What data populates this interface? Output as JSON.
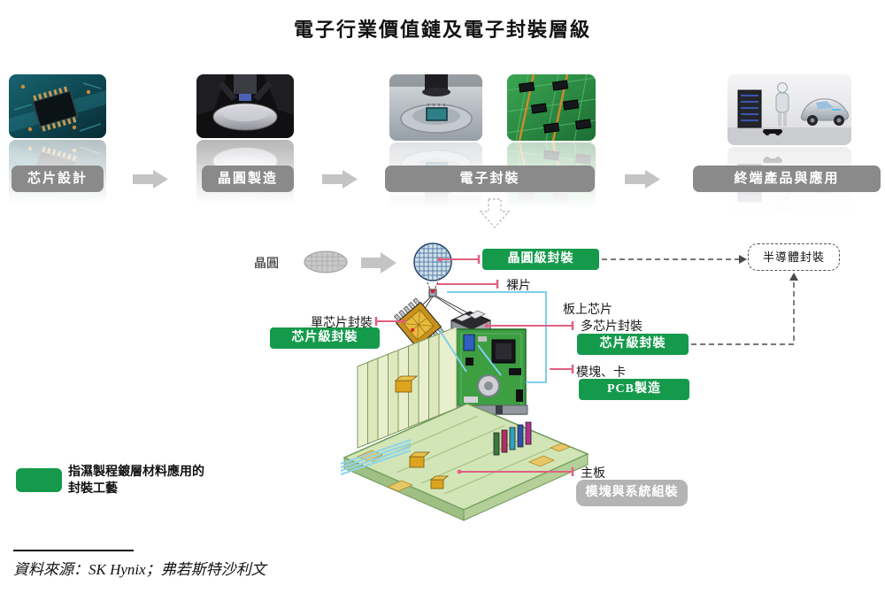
{
  "title": "電子行業價值鏈及電子封裝層級",
  "value_chain": {
    "stages": [
      {
        "label": "芯片設計"
      },
      {
        "label": "晶圓製造"
      },
      {
        "label": "電子封裝"
      },
      {
        "label": "終端產品與應用"
      }
    ]
  },
  "hierarchy": {
    "wafer": "晶圓",
    "bare_die": "裸片",
    "single_chip": "單芯片封裝",
    "chip_on_board": "板上芯片",
    "multi_chip": "多芯片封裝",
    "module_card": "模塊、卡",
    "motherboard": "主板",
    "wafer_level_box": "晶圓級封裝",
    "chip_level_box_left": "芯片級封裝",
    "chip_level_box_right": "芯片級封裝",
    "pcb_box": "PCB製造",
    "module_system_box": "模塊與系統組裝",
    "semiconductor_box": "半導體封裝"
  },
  "legend": {
    "line1": "指濕製程鍍層材料應用的",
    "line2": "封裝工藝"
  },
  "source": "資料來源：SK Hynix；弗若斯特沙利文",
  "colors": {
    "green": "#159a4c",
    "stage_gray": "#8a8a8a",
    "arrow_gray": "#c4c4c4",
    "assembly_gray": "#b4b4b4",
    "callout_pink": "#e06080",
    "connector_blue": "#7fd0e8"
  }
}
